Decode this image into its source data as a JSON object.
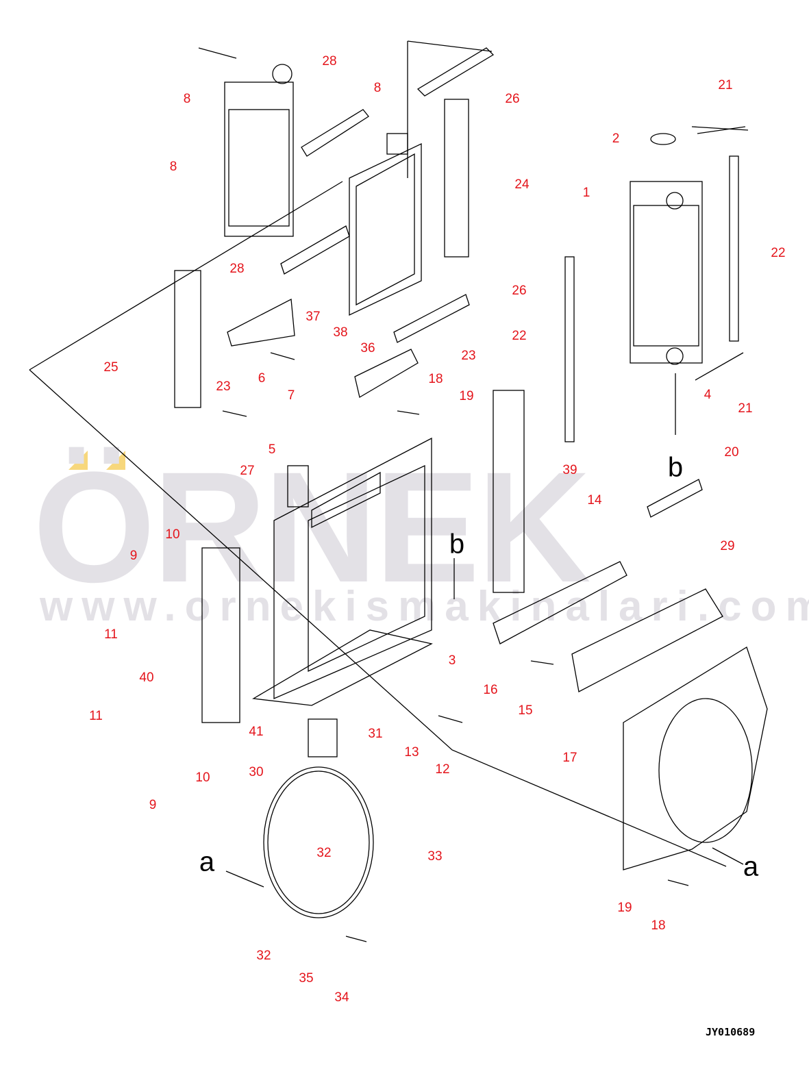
{
  "watermark": {
    "brand": "ÖRNEK",
    "url": "www.ornekismakinalari.com.tr",
    "accent_color": "#f7d77c"
  },
  "labels": [
    "8",
    "8",
    "28",
    "8",
    "26",
    "24",
    "21",
    "2",
    "1",
    "22",
    "28",
    "26",
    "37",
    "38",
    "36",
    "22",
    "23",
    "21",
    "25",
    "23",
    "6",
    "7",
    "18",
    "19",
    "4",
    "5",
    "20",
    "27",
    "39",
    "14",
    "10",
    "9",
    "29",
    "11",
    "3",
    "40",
    "16",
    "15",
    "11",
    "41",
    "31",
    "13",
    "12",
    "17",
    "10",
    "30",
    "9",
    "32",
    "33",
    "19",
    "18",
    "32",
    "35",
    "34"
  ],
  "view_letters": [
    "b",
    "b",
    "a",
    "a"
  ],
  "drawing_code": "JY010689",
  "label_color": "#e4141b"
}
